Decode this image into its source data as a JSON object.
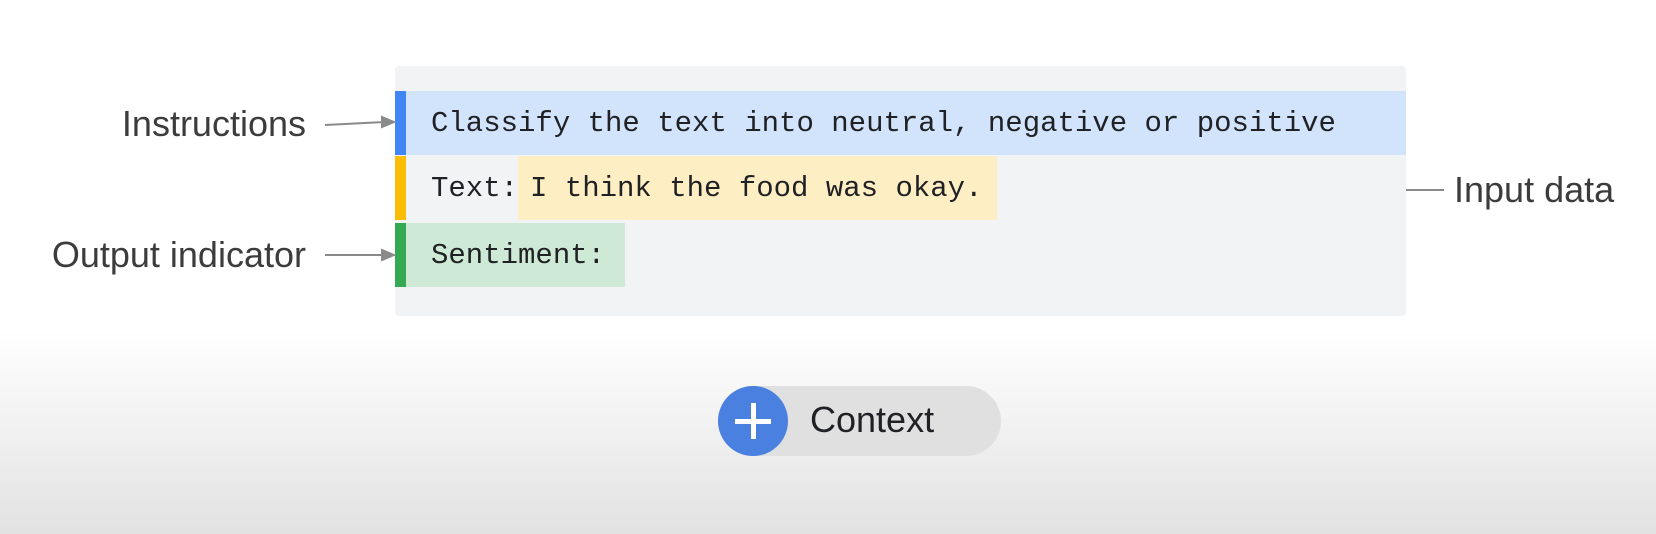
{
  "labels": {
    "instructions": "Instructions",
    "output_indicator": "Output indicator",
    "input_data": "Input data"
  },
  "prompt": {
    "instruction_text": "Classify the text into neutral, negative or positive",
    "input_prefix": "Text:",
    "input_text": "I think the food was okay.",
    "output_text": "Sentiment:"
  },
  "context_button": {
    "label": "Context",
    "icon": "plus-icon"
  },
  "colors": {
    "instructions_bar": "#4285f4",
    "instructions_bg": "#d2e3fc",
    "input_bar": "#fbbc04",
    "input_bg": "#fdefc3",
    "output_bar": "#34a853",
    "output_bg": "#ceead6",
    "plus_circle": "#4a80e0"
  }
}
